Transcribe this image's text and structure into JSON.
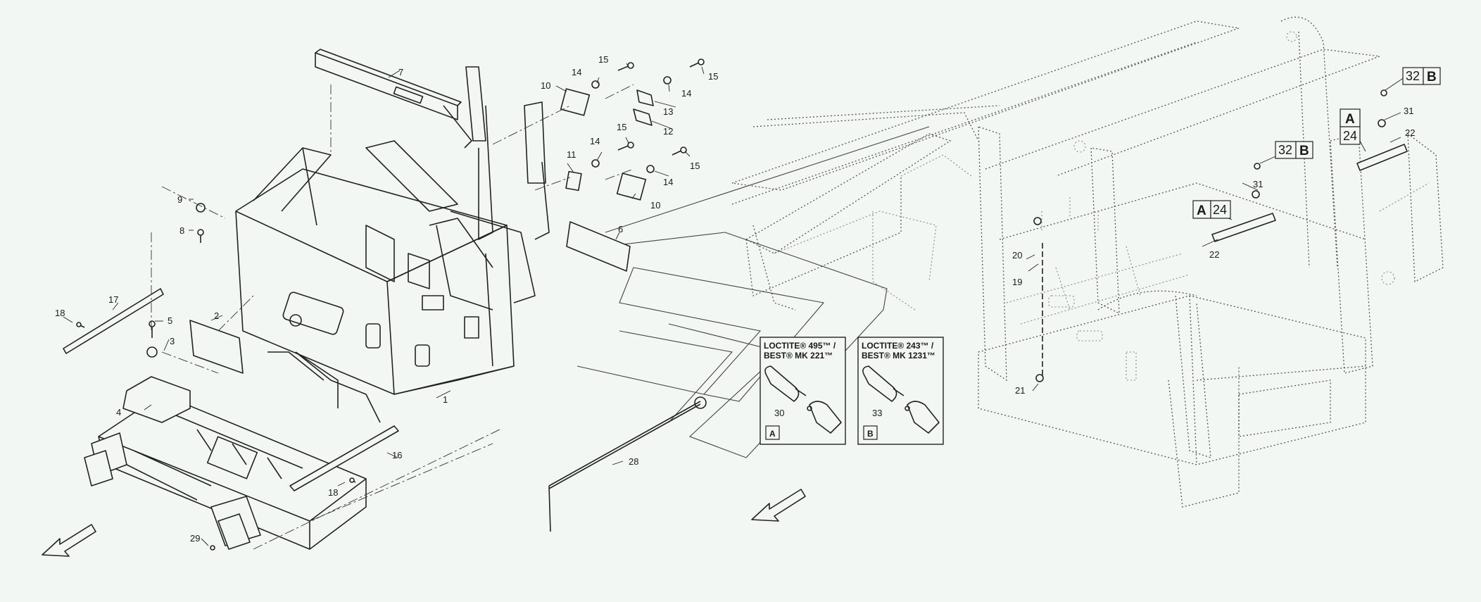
{
  "callouts": {
    "c1": "1",
    "c2": "2",
    "c3": "3",
    "c4": "4",
    "c5": "5",
    "c6": "6",
    "c7": "7",
    "c8": "8",
    "c9": "9",
    "c10a": "10",
    "c10b": "10",
    "c11": "11",
    "c12": "12",
    "c13": "13",
    "c14a": "14",
    "c14b": "14",
    "c14c": "14",
    "c14d": "14",
    "c15a": "15",
    "c15b": "15",
    "c15c": "15",
    "c15d": "15",
    "c16": "16",
    "c17": "17",
    "c18a": "18",
    "c18b": "18",
    "c19": "19",
    "c20": "20",
    "c21": "21",
    "c22a": "22",
    "c22b": "22",
    "c28": "28",
    "c29": "29",
    "c31a": "31",
    "c31b": "31"
  },
  "ref_boxes": {
    "ref32b_upper": {
      "num": "32",
      "letter": "B"
    },
    "ref32b_lower": {
      "num": "32",
      "letter": "B"
    },
    "ref_a24_stack": {
      "letter": "A",
      "num": "24"
    },
    "ref_a24_inline": {
      "letter": "A",
      "num": "24"
    }
  },
  "loctite": {
    "a": {
      "line1": "LOCTITE® 495™ /",
      "line2": "BEST® MK 221™",
      "number": "30",
      "letter": "A"
    },
    "b": {
      "line1": "LOCTITE® 243™ /",
      "line2": "BEST® MK 1231™",
      "number": "33",
      "letter": "B"
    }
  }
}
